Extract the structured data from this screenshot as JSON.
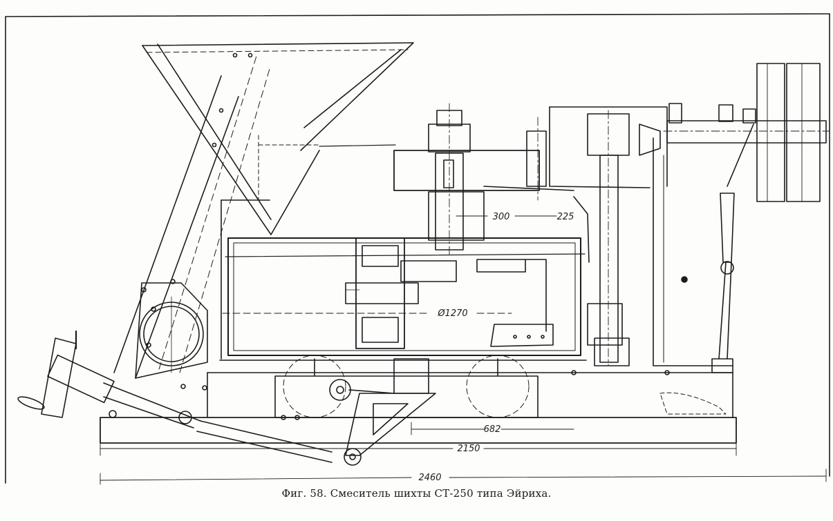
{
  "figure": {
    "caption": "Фиг. 58. Смеситель шихты СТ-250 типа Эйриха.",
    "ink_color": "#1c1c1c",
    "paper_color": "#fdfdfb"
  },
  "dimensions": {
    "d300": "300",
    "d225": "225",
    "d1270": "Ø1270",
    "d682": "682",
    "d2150": "2150",
    "d2460": "2460"
  }
}
